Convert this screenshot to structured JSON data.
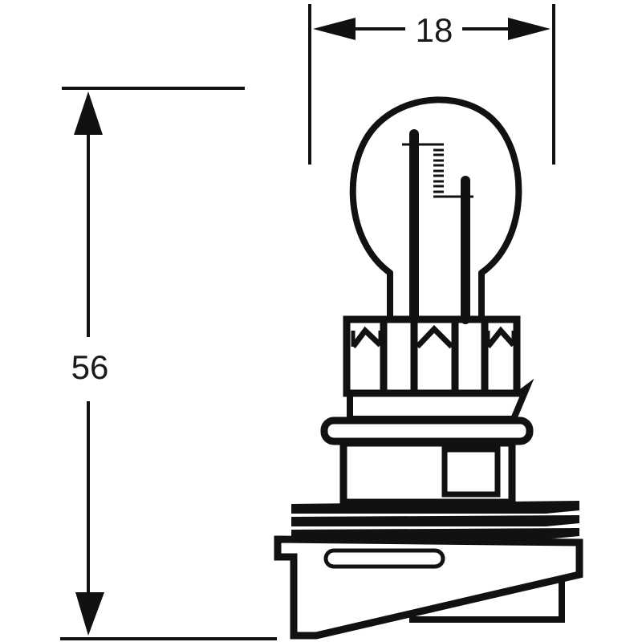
{
  "diagram": {
    "subject": "Automotive bulb technical drawing",
    "dimensions": {
      "width": {
        "value": "18",
        "orientation": "horizontal"
      },
      "height": {
        "value": "56",
        "orientation": "vertical"
      }
    },
    "parts": [
      "glass-bulb",
      "filament-long-post",
      "filament-short-post",
      "filament-coil",
      "castellated-collar",
      "flange-ring",
      "base-body",
      "locating-tab",
      "sealing-ribs",
      "connector-housing",
      "slot"
    ],
    "colors": {
      "line": "#111111",
      "background": "#ffffff"
    }
  }
}
